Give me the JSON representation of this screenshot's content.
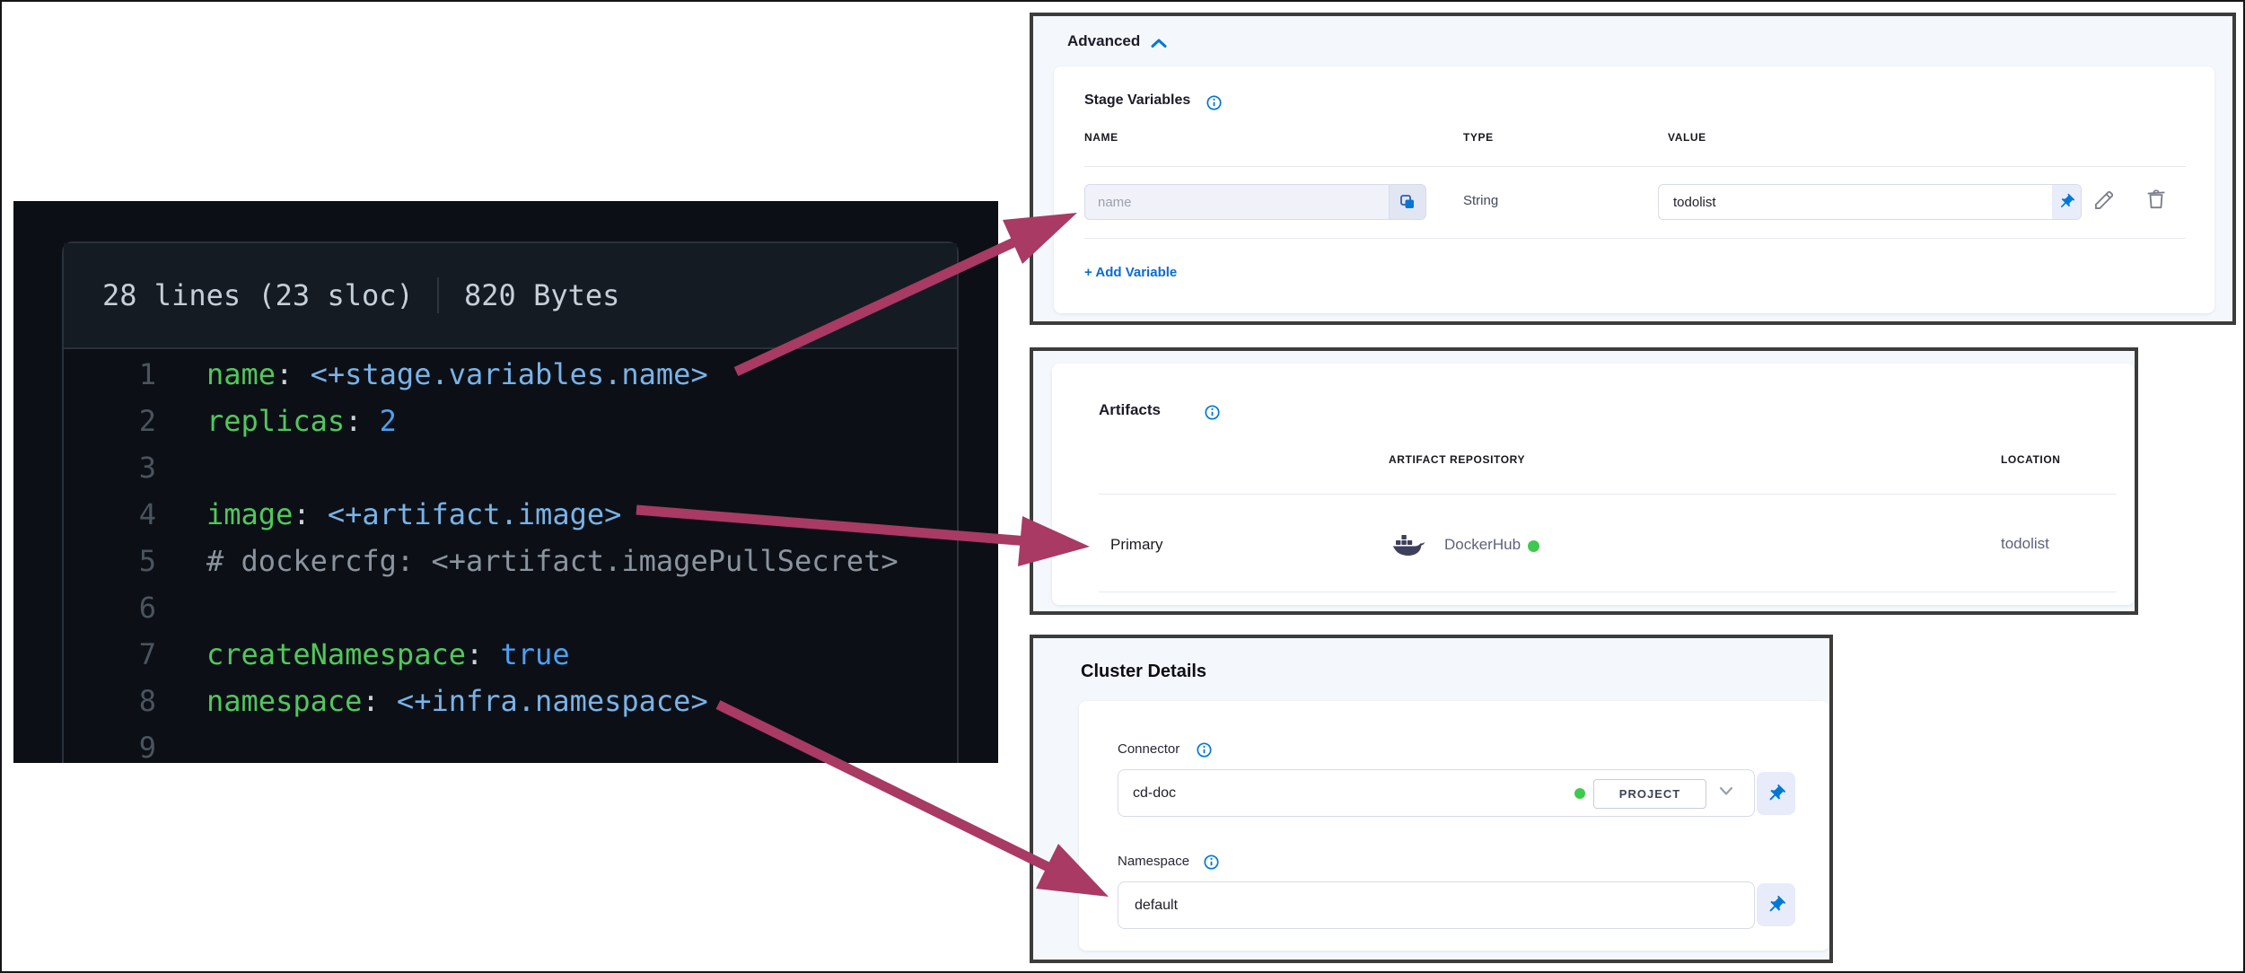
{
  "colors": {
    "accent_blue": "#0278d5",
    "arrow": "#a83a64",
    "code_key_green": "#52c75c",
    "code_expr_blue": "#79b3e8",
    "code_literal_blue": "#4f9ff2",
    "status_green": "#3fc94e"
  },
  "code_panel": {
    "header": {
      "lines_info": "28 lines (23 sloc)",
      "size_info": "820 Bytes"
    },
    "lines": [
      {
        "num": "1",
        "segments": [
          {
            "text": "name",
            "type": "key"
          },
          {
            "text": ": ",
            "type": "punct"
          },
          {
            "text": "<+stage.variables.name>",
            "type": "expr"
          }
        ]
      },
      {
        "num": "2",
        "segments": [
          {
            "text": "replicas",
            "type": "key"
          },
          {
            "text": ": ",
            "type": "punct"
          },
          {
            "text": "2",
            "type": "literal"
          }
        ]
      },
      {
        "num": "3",
        "segments": []
      },
      {
        "num": "4",
        "segments": [
          {
            "text": "image",
            "type": "key"
          },
          {
            "text": ": ",
            "type": "punct"
          },
          {
            "text": "<+artifact.image>",
            "type": "expr"
          }
        ]
      },
      {
        "num": "5",
        "segments": [
          {
            "text": "# dockercfg: <+artifact.imagePullSecret>",
            "type": "comment"
          }
        ]
      },
      {
        "num": "6",
        "segments": []
      },
      {
        "num": "7",
        "segments": [
          {
            "text": "createNamespace",
            "type": "key"
          },
          {
            "text": ": ",
            "type": "punct"
          },
          {
            "text": "true",
            "type": "literal"
          }
        ]
      },
      {
        "num": "8",
        "segments": [
          {
            "text": "namespace",
            "type": "key"
          },
          {
            "text": ": ",
            "type": "punct"
          },
          {
            "text": "<+infra.namespace>",
            "type": "expr"
          }
        ]
      },
      {
        "num": "9",
        "segments": []
      }
    ]
  },
  "advanced_panel": {
    "title": "Advanced",
    "section_title": "Stage Variables",
    "columns": [
      "NAME",
      "TYPE",
      "VALUE"
    ],
    "row": {
      "name_placeholder": "name",
      "type": "String",
      "value": "todolist"
    },
    "add_link": "+ Add Variable"
  },
  "artifacts_panel": {
    "title": "Artifacts",
    "columns": [
      "ARTIFACT REPOSITORY",
      "LOCATION"
    ],
    "row": {
      "label": "Primary",
      "repository": "DockerHub",
      "location": "todolist"
    }
  },
  "cluster_panel": {
    "title": "Cluster Details",
    "connector_label": "Connector",
    "connector_value": "cd-doc",
    "connector_scope": "PROJECT",
    "namespace_label": "Namespace",
    "namespace_value": "default"
  }
}
